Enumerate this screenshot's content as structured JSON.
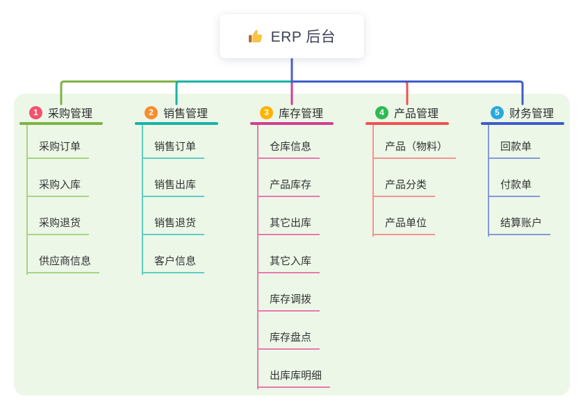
{
  "root": {
    "label": "ERP 后台",
    "icon": "thumbs-up-icon"
  },
  "colors": {
    "canvas_bg": "#ffffff",
    "container_bg": "#ecf7e8",
    "root_text": "#3d4356",
    "node_text": "#333333",
    "root_line": "#4b5fd0"
  },
  "branches": [
    {
      "num": "1",
      "label": "采购管理",
      "badge_color": "#f4516c",
      "line_color": "#7cb342",
      "child_line_color": "#a8d382",
      "children": [
        "采购订单",
        "采购入库",
        "采购退货",
        "供应商信息"
      ]
    },
    {
      "num": "2",
      "label": "销售管理",
      "badge_color": "#fb8c2c",
      "line_color": "#16b3a6",
      "child_line_color": "#5eccc1",
      "children": [
        "销售订单",
        "销售出库",
        "销售退货",
        "客户信息"
      ]
    },
    {
      "num": "3",
      "label": "库存管理",
      "badge_color": "#ffb300",
      "line_color": "#d23e8e",
      "child_line_color": "#ea77ad",
      "children": [
        "仓库信息",
        "产品库存",
        "其它出库",
        "其它入库",
        "库存调拨",
        "库存盘点",
        "出库库明细"
      ]
    },
    {
      "num": "4",
      "label": "产品管理",
      "badge_color": "#2fba52",
      "line_color": "#f1514e",
      "child_line_color": "#f6918e",
      "children": [
        "产品（物料）",
        "产品分类",
        "产品单位"
      ]
    },
    {
      "num": "5",
      "label": "财务管理",
      "badge_color": "#29a8e0",
      "line_color": "#3d5cc9",
      "child_line_color": "#8498d8",
      "children": [
        "回款单",
        "付款单",
        "结算账户"
      ]
    }
  ]
}
